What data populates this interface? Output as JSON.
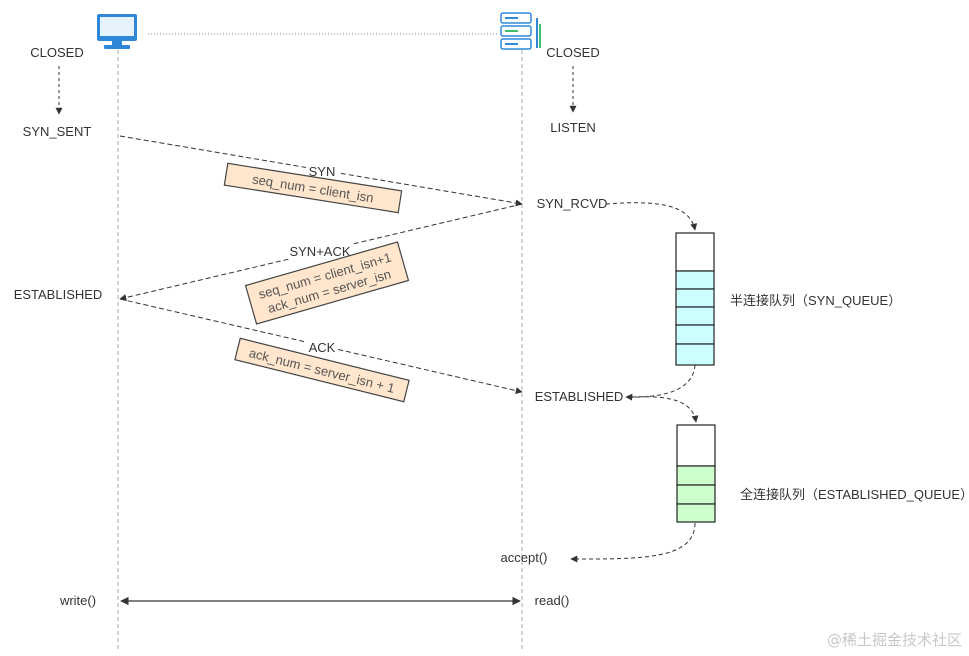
{
  "client": {
    "icon": "monitor-icon",
    "states": {
      "closed": "CLOSED",
      "syn_sent": "SYN_SENT",
      "established": "ESTABLISHED",
      "write": "write()"
    }
  },
  "server": {
    "icon": "server-icon",
    "states": {
      "closed": "CLOSED",
      "listen": "LISTEN",
      "syn_rcvd": "SYN_RCVD",
      "established": "ESTABLISHED",
      "accept": "accept()",
      "read": "read()"
    }
  },
  "messages": {
    "syn": {
      "label": "SYN",
      "note": [
        "seq_num = client_isn"
      ]
    },
    "synack": {
      "label": "SYN+ACK",
      "note": [
        "seq_num = client_isn+1",
        "ack_num = server_isn"
      ]
    },
    "ack": {
      "label": "ACK",
      "note": [
        "ack_num = server_isn + 1"
      ]
    }
  },
  "queues": {
    "syn_queue": {
      "label": "半连接队列（SYN_QUEUE）",
      "fill_color": "#ccffff"
    },
    "accept_queue": {
      "label": "全连接队列（ESTABLISHED_QUEUE）",
      "fill_color": "#ccffcc"
    }
  },
  "watermark": "@稀土掘金技术社区",
  "colors": {
    "line": "#333333",
    "lifeline": "#aaaaaa",
    "note_fill": "#ffe6cc",
    "note_stroke": "#444444"
  }
}
